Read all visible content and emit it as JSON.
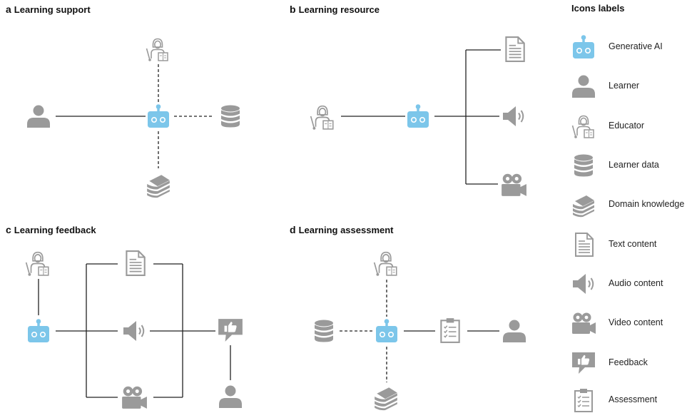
{
  "panels": [
    {
      "letter": "a",
      "title": "Learning support"
    },
    {
      "letter": "b",
      "title": "Learning resource"
    },
    {
      "letter": "c",
      "title": "Learning feedback"
    },
    {
      "letter": "d",
      "title": "Learning assessment"
    }
  ],
  "legend": {
    "title": "Icons labels",
    "items": [
      {
        "icon": "robot-icon",
        "label": "Generative AI"
      },
      {
        "icon": "person-icon",
        "label": "Learner"
      },
      {
        "icon": "educator-icon",
        "label": "Educator"
      },
      {
        "icon": "database-icon",
        "label": "Learner data"
      },
      {
        "icon": "books-icon",
        "label": "Domain knowledge"
      },
      {
        "icon": "document-icon",
        "label": "Text content"
      },
      {
        "icon": "speaker-icon",
        "label": "Audio content"
      },
      {
        "icon": "video-camera-icon",
        "label": "Video content"
      },
      {
        "icon": "feedback-icon",
        "label": "Feedback"
      },
      {
        "icon": "assessment-icon",
        "label": "Assessment"
      }
    ]
  },
  "colors": {
    "ai": "#7cc6ea",
    "icon": "#9a9a9a",
    "line": "#222222"
  }
}
